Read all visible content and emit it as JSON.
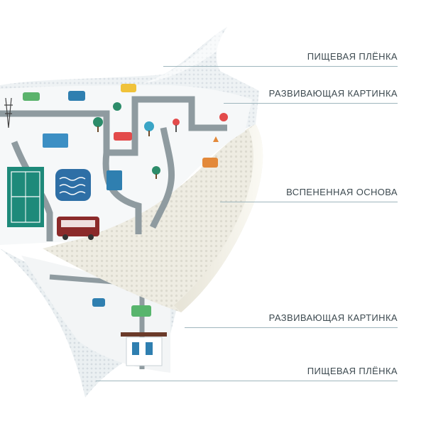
{
  "layers": [
    {
      "label": "ПИЩЕВАЯ ПЛЁНКА"
    },
    {
      "label": "РАЗВИВАЮЩАЯ КАРТИНКА"
    },
    {
      "label": "ВСПЕНЕННАЯ ОСНОВА"
    },
    {
      "label": "РАЗВИВАЮЩАЯ КАРТИНКА"
    },
    {
      "label": "ПИЩЕВАЯ ПЛЁНКА"
    }
  ],
  "colors": {
    "road": "#8f9ba0",
    "court": "#1e8a7a",
    "foam": "#f4f2e6",
    "accent_bus": "#8b2a2a",
    "label_text": "#3d4a50",
    "rule": "#9fb6bd"
  }
}
